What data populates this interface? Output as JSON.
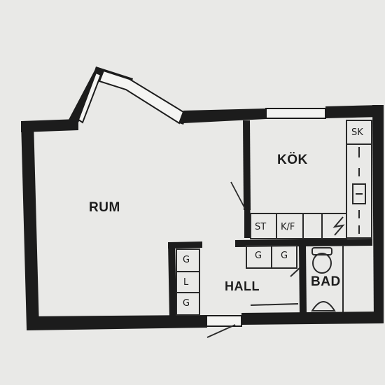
{
  "plan": {
    "rooms": {
      "rum": "RUM",
      "kok": "KÖK",
      "hall": "HALL",
      "bad": "BAD"
    },
    "fixtures": {
      "sk": "SK",
      "st": "ST",
      "kf": "K/F",
      "hall_g1": "G",
      "hall_l": "L",
      "hall_g2": "G",
      "kitchen_g1": "G",
      "kitchen_g2": "G"
    },
    "colors": {
      "wall": "#1c1c1c",
      "paper": "#e9e9e7",
      "line": "#2a2a2a"
    }
  }
}
